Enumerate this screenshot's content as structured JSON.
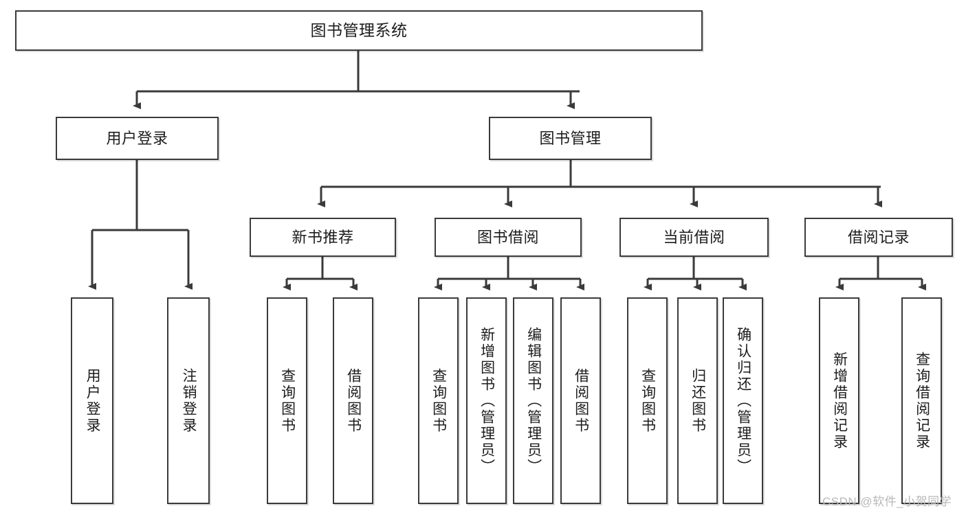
{
  "diagram": {
    "type": "tree-hierarchy-chart",
    "title": "图书管理系统",
    "watermark": "CSDN @软件_小贺同学",
    "colors": {
      "box_border": "#3a3a3a",
      "box_fill": "#ffffff",
      "connector": "#3a3a3a",
      "text": "#1c1c1c",
      "watermark": "#b8b8b8",
      "background": "#ffffff"
    },
    "nodes": {
      "root": {
        "label": "图书管理系统",
        "level": 0
      },
      "user_login": {
        "label": "用户登录",
        "level": 1
      },
      "book_manage": {
        "label": "图书管理",
        "level": 1
      },
      "new_book_rec": {
        "label": "新书推荐",
        "level": 2
      },
      "book_borrow": {
        "label": "图书借阅",
        "level": 2
      },
      "current_borrow": {
        "label": "当前借阅",
        "level": 2
      },
      "borrow_record": {
        "label": "借阅记录",
        "level": 2
      },
      "leaf_user_login": {
        "label": "用户登录",
        "level": 3
      },
      "leaf_logout": {
        "label": "注销登录",
        "level": 3
      },
      "leaf_query_book_1": {
        "label": "查询图书",
        "level": 3
      },
      "leaf_borrow_book_1": {
        "label": "借阅图书",
        "level": 3
      },
      "leaf_query_book_2": {
        "label": "查询图书",
        "level": 3
      },
      "leaf_add_book": {
        "label": "新增图书（管理员）",
        "level": 3
      },
      "leaf_edit_book": {
        "label": "编辑图书（管理员）",
        "level": 3
      },
      "leaf_borrow_book_2": {
        "label": "借阅图书",
        "level": 3
      },
      "leaf_query_book_3": {
        "label": "查询图书",
        "level": 3
      },
      "leaf_return_book": {
        "label": "归还图书",
        "level": 3
      },
      "leaf_confirm_return": {
        "label": "确认归还（管理员）",
        "level": 3
      },
      "leaf_add_record": {
        "label": "新增借阅记录",
        "level": 3
      },
      "leaf_query_record": {
        "label": "查询借阅记录",
        "level": 3
      }
    },
    "edges": [
      {
        "from": "root",
        "to": "user_login"
      },
      {
        "from": "root",
        "to": "book_manage"
      },
      {
        "from": "user_login",
        "to": "leaf_user_login"
      },
      {
        "from": "user_login",
        "to": "leaf_logout"
      },
      {
        "from": "book_manage",
        "to": "new_book_rec"
      },
      {
        "from": "book_manage",
        "to": "book_borrow"
      },
      {
        "from": "book_manage",
        "to": "current_borrow"
      },
      {
        "from": "book_manage",
        "to": "borrow_record"
      },
      {
        "from": "new_book_rec",
        "to": "leaf_query_book_1"
      },
      {
        "from": "new_book_rec",
        "to": "leaf_borrow_book_1"
      },
      {
        "from": "book_borrow",
        "to": "leaf_query_book_2"
      },
      {
        "from": "book_borrow",
        "to": "leaf_add_book"
      },
      {
        "from": "book_borrow",
        "to": "leaf_edit_book"
      },
      {
        "from": "book_borrow",
        "to": "leaf_borrow_book_2"
      },
      {
        "from": "current_borrow",
        "to": "leaf_query_book_3"
      },
      {
        "from": "current_borrow",
        "to": "leaf_return_book"
      },
      {
        "from": "current_borrow",
        "to": "leaf_confirm_return"
      },
      {
        "from": "borrow_record",
        "to": "leaf_add_record"
      },
      {
        "from": "borrow_record",
        "to": "leaf_query_record"
      }
    ]
  }
}
